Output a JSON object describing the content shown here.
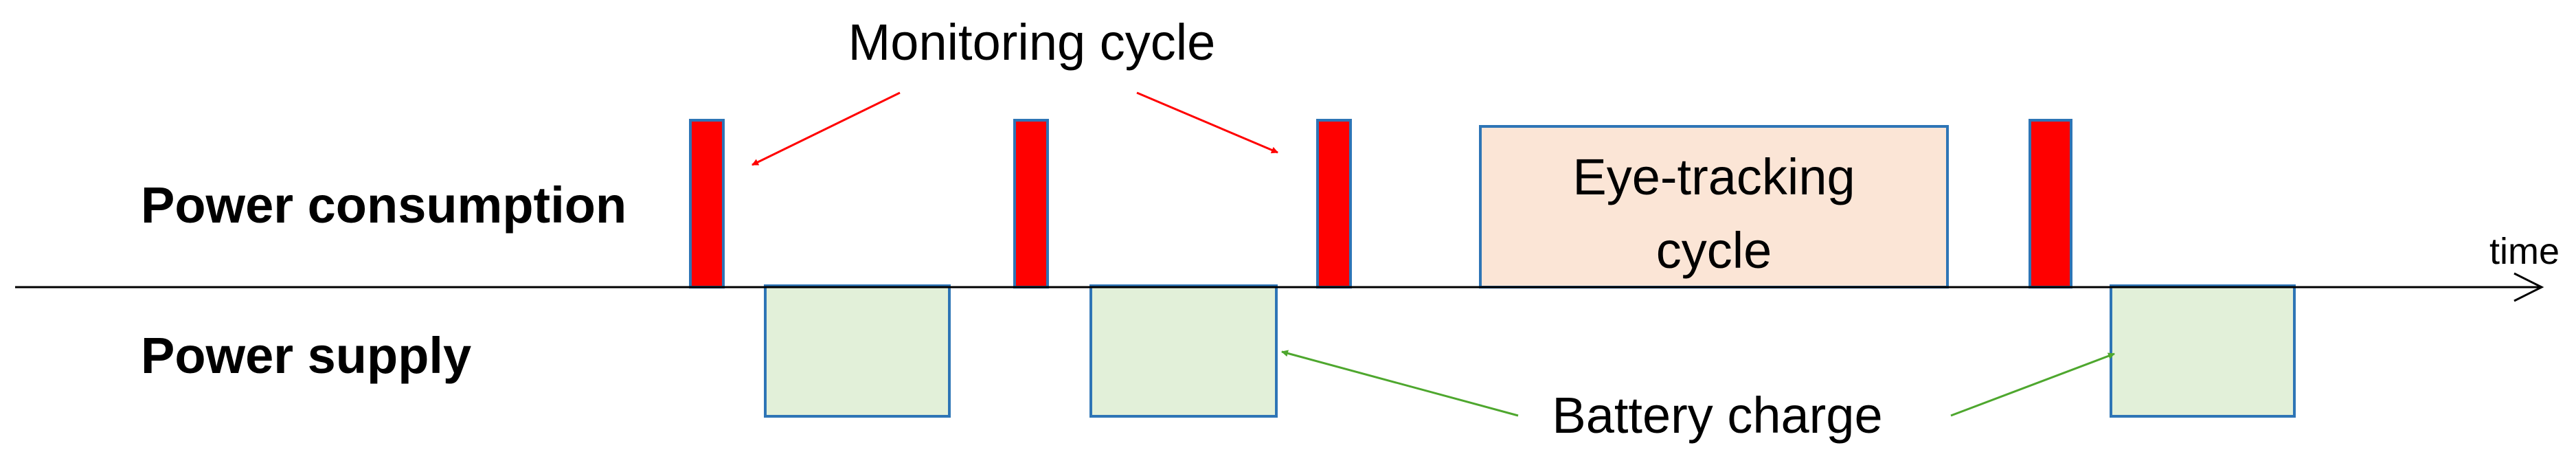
{
  "labels": {
    "power_consumption": "Power consumption",
    "power_supply": "Power supply",
    "time_axis": "time",
    "monitoring_cycle": "Monitoring cycle",
    "battery_charge": "Battery charge",
    "eye_tracking_line1": "Eye-tracking",
    "eye_tracking_line2": "cycle"
  },
  "colors": {
    "monitoring_fill": "#ff0000",
    "monitoring_border": "#2e75b6",
    "eye_tracking_fill": "#fbe5d6",
    "battery_fill": "#e2f0d9",
    "box_border": "#2e75b6",
    "red_arrow": "#ff0000",
    "green_arrow": "#4ea72e",
    "axis": "#000000"
  }
}
